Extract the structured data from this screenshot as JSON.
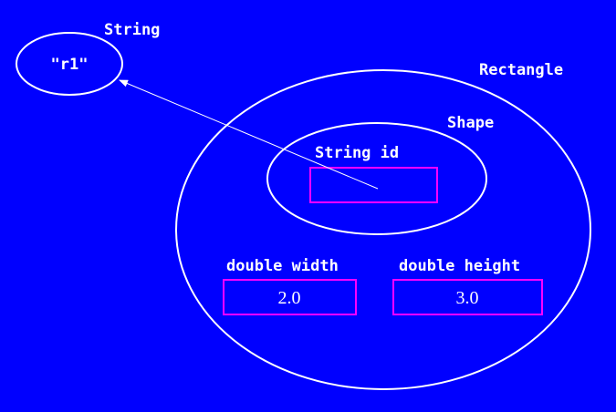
{
  "colors": {
    "background": "#0000ff",
    "outline": "#ffffff",
    "field_box": "#ff00ff"
  },
  "string_object": {
    "type_label": "String",
    "value": "\"r1\""
  },
  "rectangle_object": {
    "type_label": "Rectangle",
    "shape_part": {
      "type_label": "Shape",
      "id_field_label": "String id"
    },
    "width_field": {
      "label": "double width",
      "value": "2.0"
    },
    "height_field": {
      "label": "double height",
      "value": "3.0"
    }
  }
}
